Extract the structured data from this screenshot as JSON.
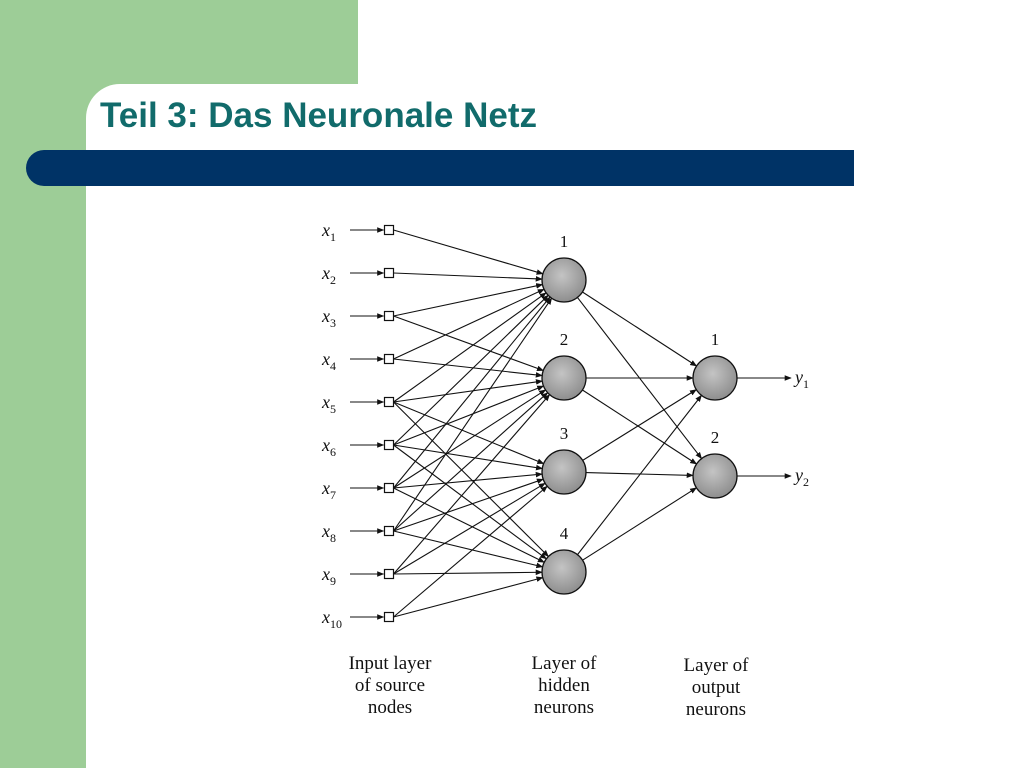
{
  "slide": {
    "title": "Teil 3: Das Neuronale Netz"
  },
  "diagram": {
    "inputs": [
      {
        "base": "x",
        "sub": "1"
      },
      {
        "base": "x",
        "sub": "2"
      },
      {
        "base": "x",
        "sub": "3"
      },
      {
        "base": "x",
        "sub": "4"
      },
      {
        "base": "x",
        "sub": "5"
      },
      {
        "base": "x",
        "sub": "6"
      },
      {
        "base": "x",
        "sub": "7"
      },
      {
        "base": "x",
        "sub": "8"
      },
      {
        "base": "x",
        "sub": "9"
      },
      {
        "base": "x",
        "sub": "10"
      }
    ],
    "hidden_neurons": [
      "1",
      "2",
      "3",
      "4"
    ],
    "output_neurons": [
      "1",
      "2"
    ],
    "outputs": [
      {
        "base": "y",
        "sub": "1"
      },
      {
        "base": "y",
        "sub": "2"
      }
    ],
    "input_to_hidden": [
      [
        0,
        0
      ],
      [
        1,
        0
      ],
      [
        2,
        0
      ],
      [
        2,
        1
      ],
      [
        3,
        0
      ],
      [
        3,
        1
      ],
      [
        4,
        0
      ],
      [
        4,
        1
      ],
      [
        4,
        2
      ],
      [
        4,
        3
      ],
      [
        5,
        0
      ],
      [
        5,
        1
      ],
      [
        5,
        2
      ],
      [
        5,
        3
      ],
      [
        6,
        0
      ],
      [
        6,
        1
      ],
      [
        6,
        2
      ],
      [
        6,
        3
      ],
      [
        7,
        0
      ],
      [
        7,
        1
      ],
      [
        7,
        2
      ],
      [
        7,
        3
      ],
      [
        8,
        1
      ],
      [
        8,
        2
      ],
      [
        8,
        3
      ],
      [
        9,
        2
      ],
      [
        9,
        3
      ]
    ],
    "hidden_to_output": [
      [
        0,
        0
      ],
      [
        0,
        1
      ],
      [
        1,
        0
      ],
      [
        1,
        1
      ],
      [
        2,
        0
      ],
      [
        2,
        1
      ],
      [
        3,
        0
      ],
      [
        3,
        1
      ]
    ],
    "captions": {
      "input": [
        "Input layer",
        "of source",
        "nodes"
      ],
      "hidden": [
        "Layer of",
        "hidden",
        "neurons"
      ],
      "output": [
        "Layer of",
        "output",
        "neurons"
      ]
    },
    "colors": {
      "neuron_fill": "#a8a8a8",
      "line": "#111111"
    }
  }
}
